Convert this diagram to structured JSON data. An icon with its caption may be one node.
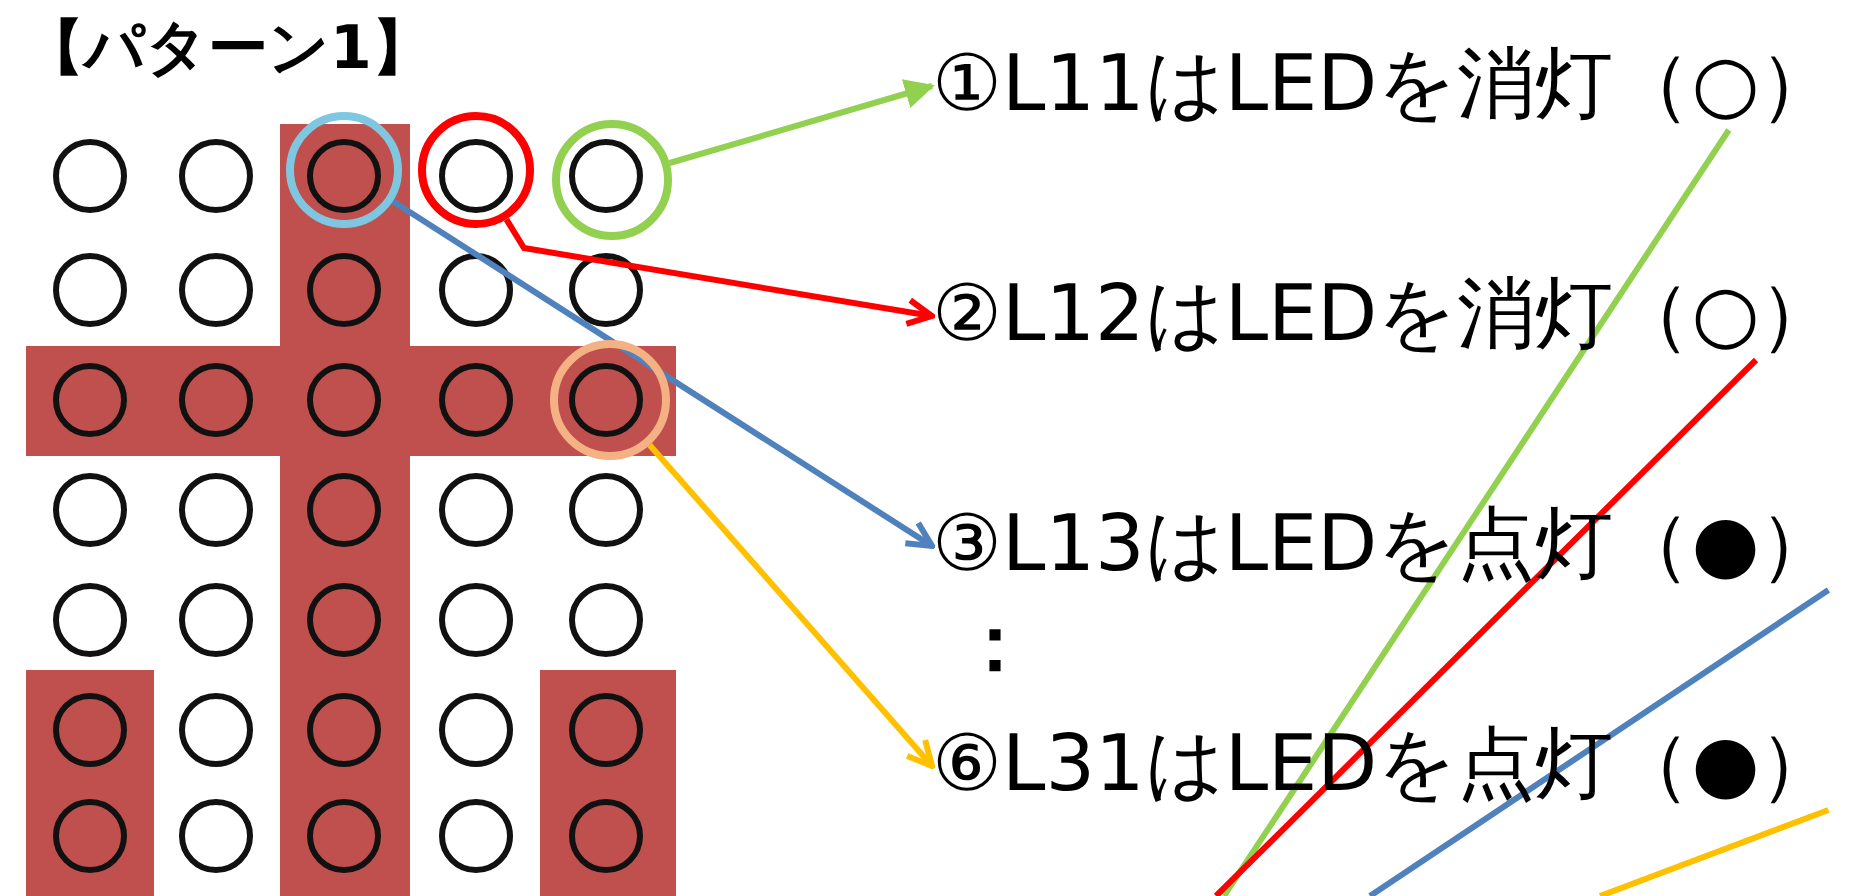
{
  "diagram": {
    "title": "【パターン1】",
    "nodes": [
      {
        "text": [],
        "shape": "circle"
      },
      {
        "text": [],
        "shape": "circle"
      },
      {
        "text": [],
        "shape": "circle"
      },
      {
        "text": [],
        "shape": "circle"
      },
      {
        "text": [
          "①L11はLEDを消灯（○）"
        ]
      },
      {
        "text": [
          "②L12はLEDを消灯（○）"
        ]
      },
      {
        "text": [
          "③L13はLEDを点灯（●）"
        ]
      },
      {
        "text": [
          "⑥L31はLEDを点灯（●）"
        ]
      }
    ],
    "edges": [
      {
        "from": 2,
        "to": 4,
        "arrow": "to",
        "color": "#92d050"
      },
      {
        "from": 1,
        "to": 5,
        "arrow": "to",
        "color": "#ff0000"
      },
      {
        "from": 0,
        "to": 6,
        "arrow": "to",
        "color": "#4f81bd"
      },
      {
        "from": 3,
        "to": 7,
        "arrow": "to",
        "color": "#ffc000"
      },
      {
        "from": 4,
        "to": null,
        "arrow": "none",
        "color": "#92d050"
      },
      {
        "from": 5,
        "to": null,
        "arrow": "none",
        "color": "#ff0000"
      },
      {
        "from": 6,
        "to": null,
        "arrow": "none",
        "color": "#4f81bd"
      },
      {
        "from": 7,
        "to": null,
        "arrow": "none",
        "color": "#ffc000"
      }
    ],
    "labels": [
      "："
    ]
  }
}
